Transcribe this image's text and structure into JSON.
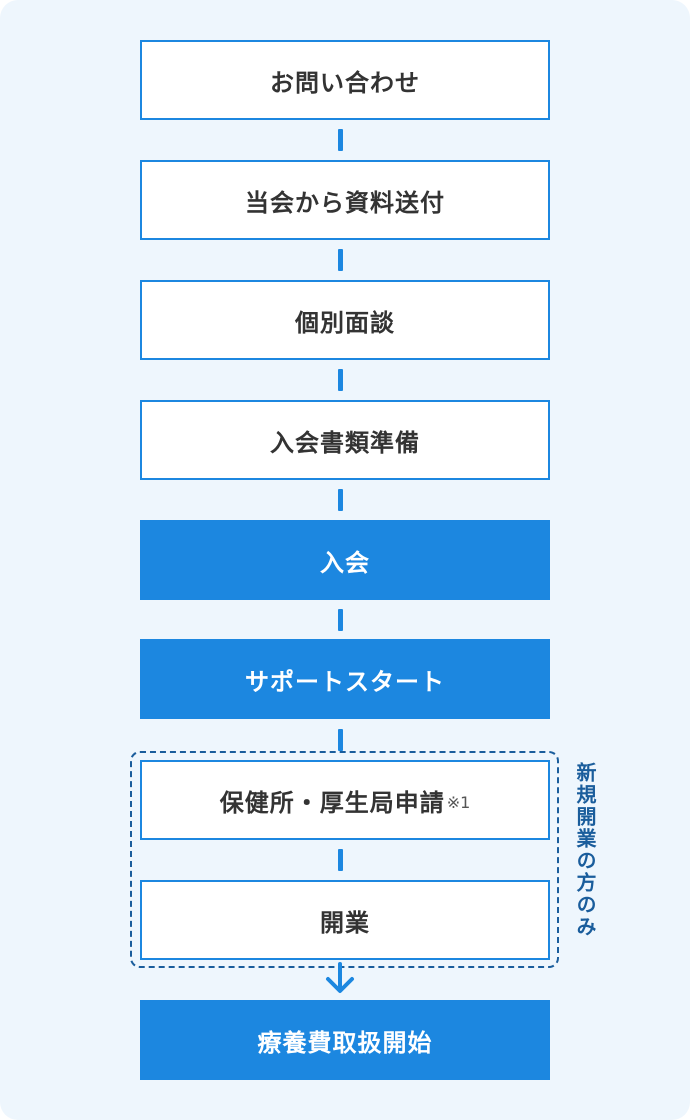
{
  "steps": [
    {
      "label": "お問い合わせ",
      "style": "outline"
    },
    {
      "label": "当会から資料送付",
      "style": "outline"
    },
    {
      "label": "個別面談",
      "style": "outline"
    },
    {
      "label": "入会書類準備",
      "style": "outline"
    },
    {
      "label": "入会",
      "style": "filled"
    },
    {
      "label": "サポートスタート",
      "style": "filled"
    },
    {
      "label": "保健所・厚生局申請",
      "note": "※1",
      "style": "outline"
    },
    {
      "label": "開業",
      "style": "outline"
    },
    {
      "label": "療養費取扱開始",
      "style": "filled"
    }
  ],
  "group": {
    "label": "新規開業の方のみ"
  },
  "colors": {
    "accent": "#1c87e0",
    "group_border": "#1a5d9c",
    "background": "#eef6fd"
  }
}
